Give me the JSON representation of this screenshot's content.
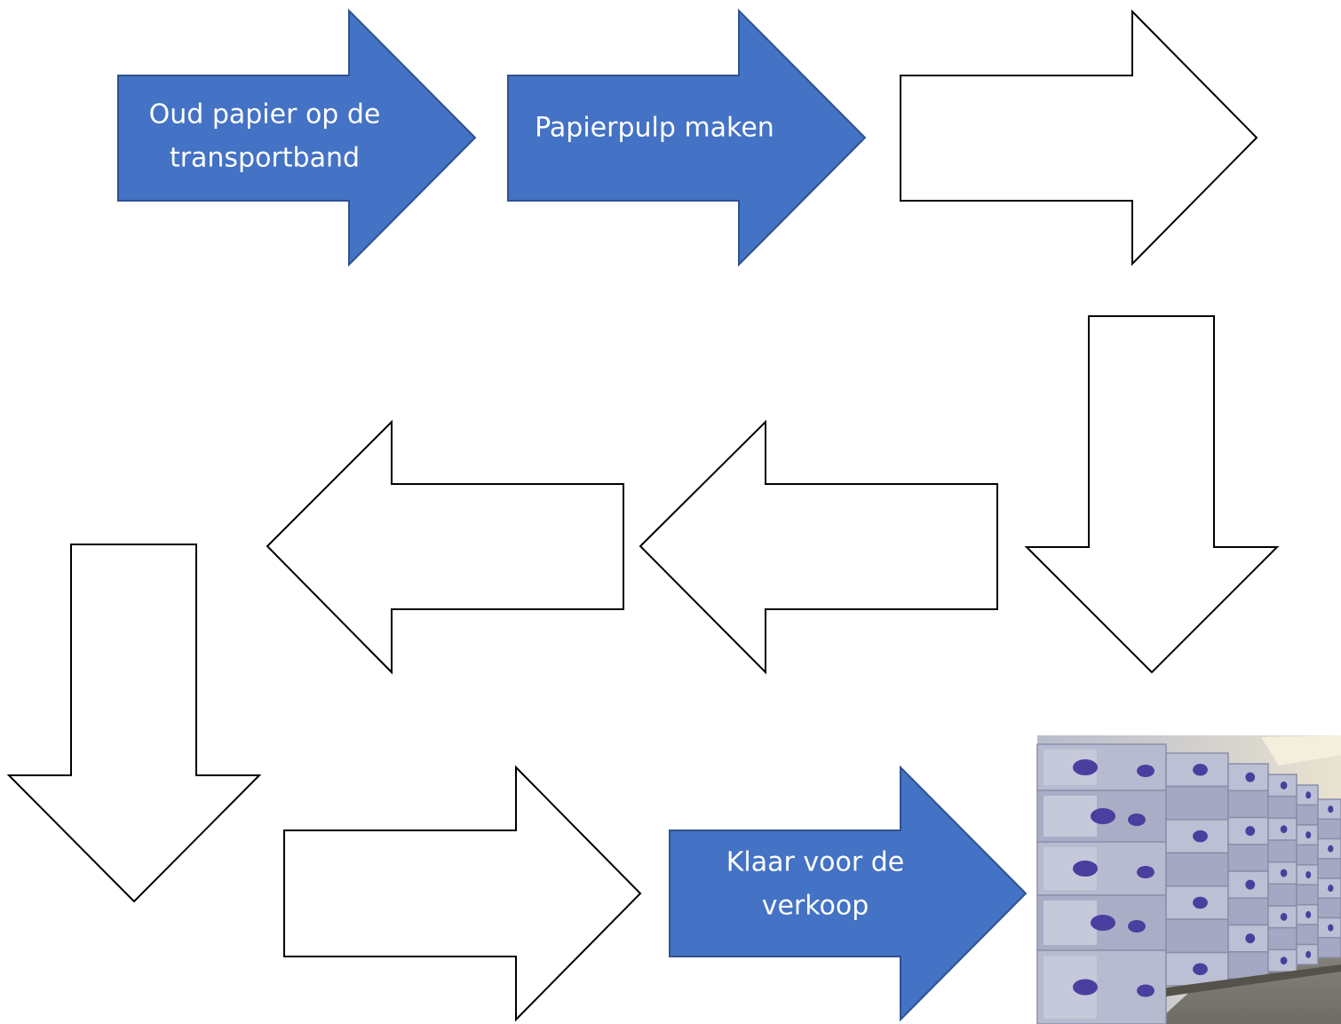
{
  "colors": {
    "filled": "#4472c4",
    "filled_stroke": "#2f528f",
    "outline_fill": "#ffffff",
    "outline_stroke": "#000000",
    "text": "#ffffff"
  },
  "steps": [
    {
      "id": "step-1",
      "lines": [
        "Oud papier op de",
        "transportband"
      ],
      "style": "filled",
      "direction": "right"
    },
    {
      "id": "step-2",
      "lines": [
        "Papierpulp maken"
      ],
      "style": "filled",
      "direction": "right"
    },
    {
      "id": "step-3",
      "lines": [],
      "style": "outline",
      "direction": "right"
    },
    {
      "id": "step-4",
      "lines": [],
      "style": "outline",
      "direction": "down"
    },
    {
      "id": "step-5",
      "lines": [],
      "style": "outline",
      "direction": "left"
    },
    {
      "id": "step-6",
      "lines": [],
      "style": "outline",
      "direction": "left"
    },
    {
      "id": "step-7",
      "lines": [],
      "style": "outline",
      "direction": "down"
    },
    {
      "id": "step-8",
      "lines": [],
      "style": "outline",
      "direction": "right"
    },
    {
      "id": "step-9",
      "lines": [
        "Klaar voor de",
        "verkoop"
      ],
      "style": "filled",
      "direction": "right"
    }
  ],
  "photo": {
    "subject": "stacked-egg-cartons-warehouse"
  }
}
